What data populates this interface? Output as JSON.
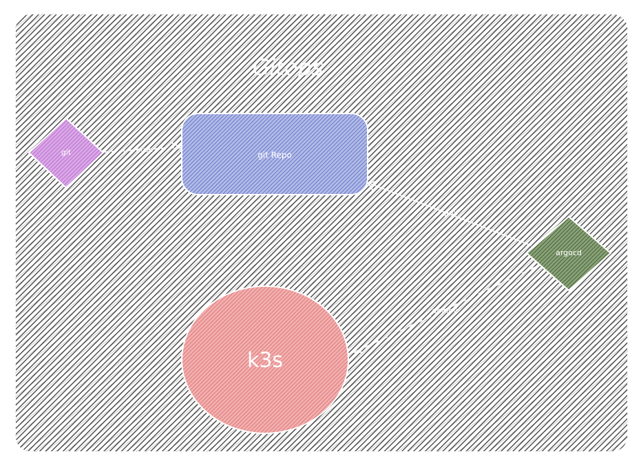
{
  "diagram": {
    "title": "Gitops",
    "nodes": {
      "git": {
        "label": "git",
        "color": "#c77bd6"
      },
      "repo": {
        "label": "git Repo",
        "color": "#7f8fd6"
      },
      "argocd": {
        "label": "argocd",
        "color": "#5b7a45"
      },
      "k3s": {
        "label": "k3s",
        "color": "#e68585"
      }
    },
    "edges": {
      "git_to_repo": {
        "label": "push"
      },
      "repo_to_argocd": {
        "label": "pull"
      },
      "argocd_to_k3s": {
        "label": "deploy"
      }
    },
    "background": {
      "color": "#3a3a3a",
      "style": "cross-hatched"
    }
  }
}
